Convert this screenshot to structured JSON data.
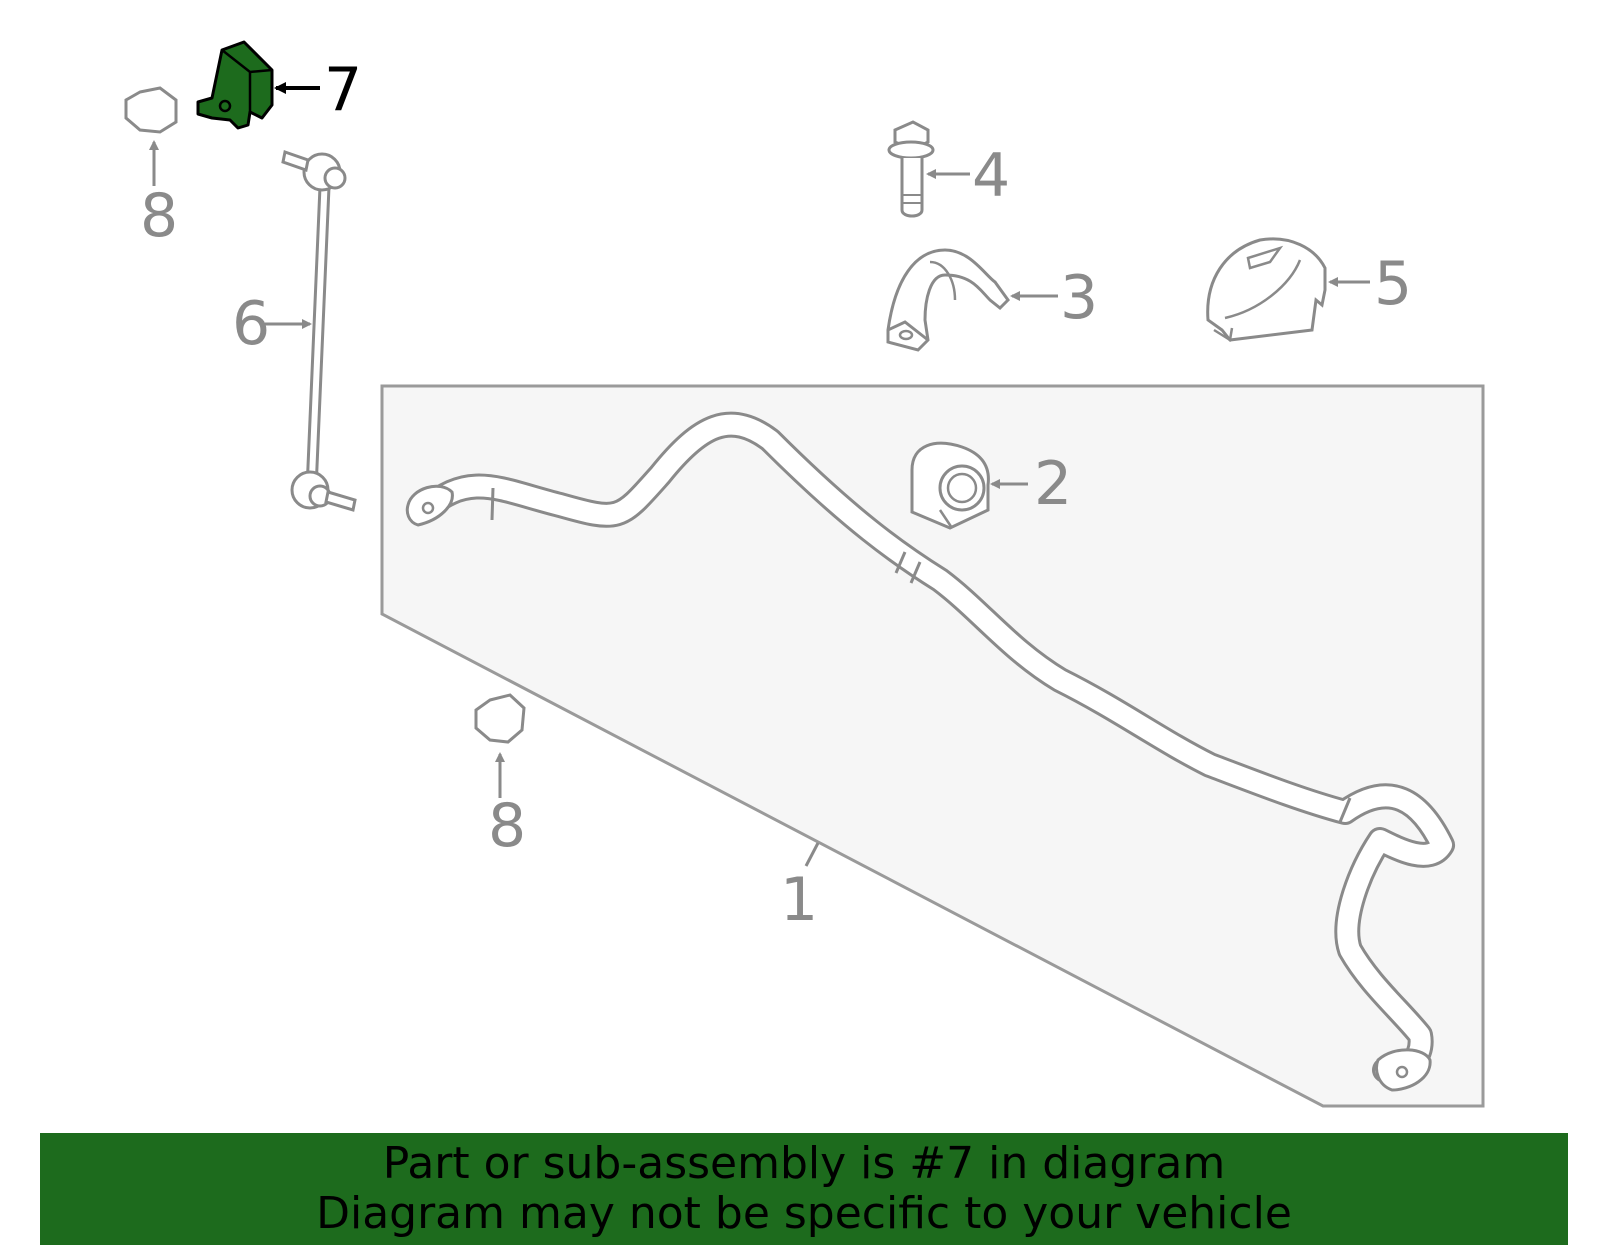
{
  "colors": {
    "highlight": "#1d6b1d",
    "line": "#8a8a8a",
    "panel": "#f6f6f6",
    "banner": "#1d6b1d"
  },
  "callouts": [
    {
      "number": "1",
      "part": "stabilizer-bar"
    },
    {
      "number": "2",
      "part": "bushing"
    },
    {
      "number": "3",
      "part": "bushing-bracket"
    },
    {
      "number": "4",
      "part": "bolt"
    },
    {
      "number": "5",
      "part": "bracket-cover"
    },
    {
      "number": "6",
      "part": "stabilizer-link"
    },
    {
      "number": "7",
      "part": "link-bracket",
      "highlighted": true
    },
    {
      "number": "8",
      "part": "nut-upper"
    },
    {
      "number": "8",
      "part": "nut-lower"
    }
  ],
  "banner": {
    "line1": "Part or sub-assembly is #7 in diagram",
    "line2": "Diagram may not be specific to your vehicle"
  }
}
